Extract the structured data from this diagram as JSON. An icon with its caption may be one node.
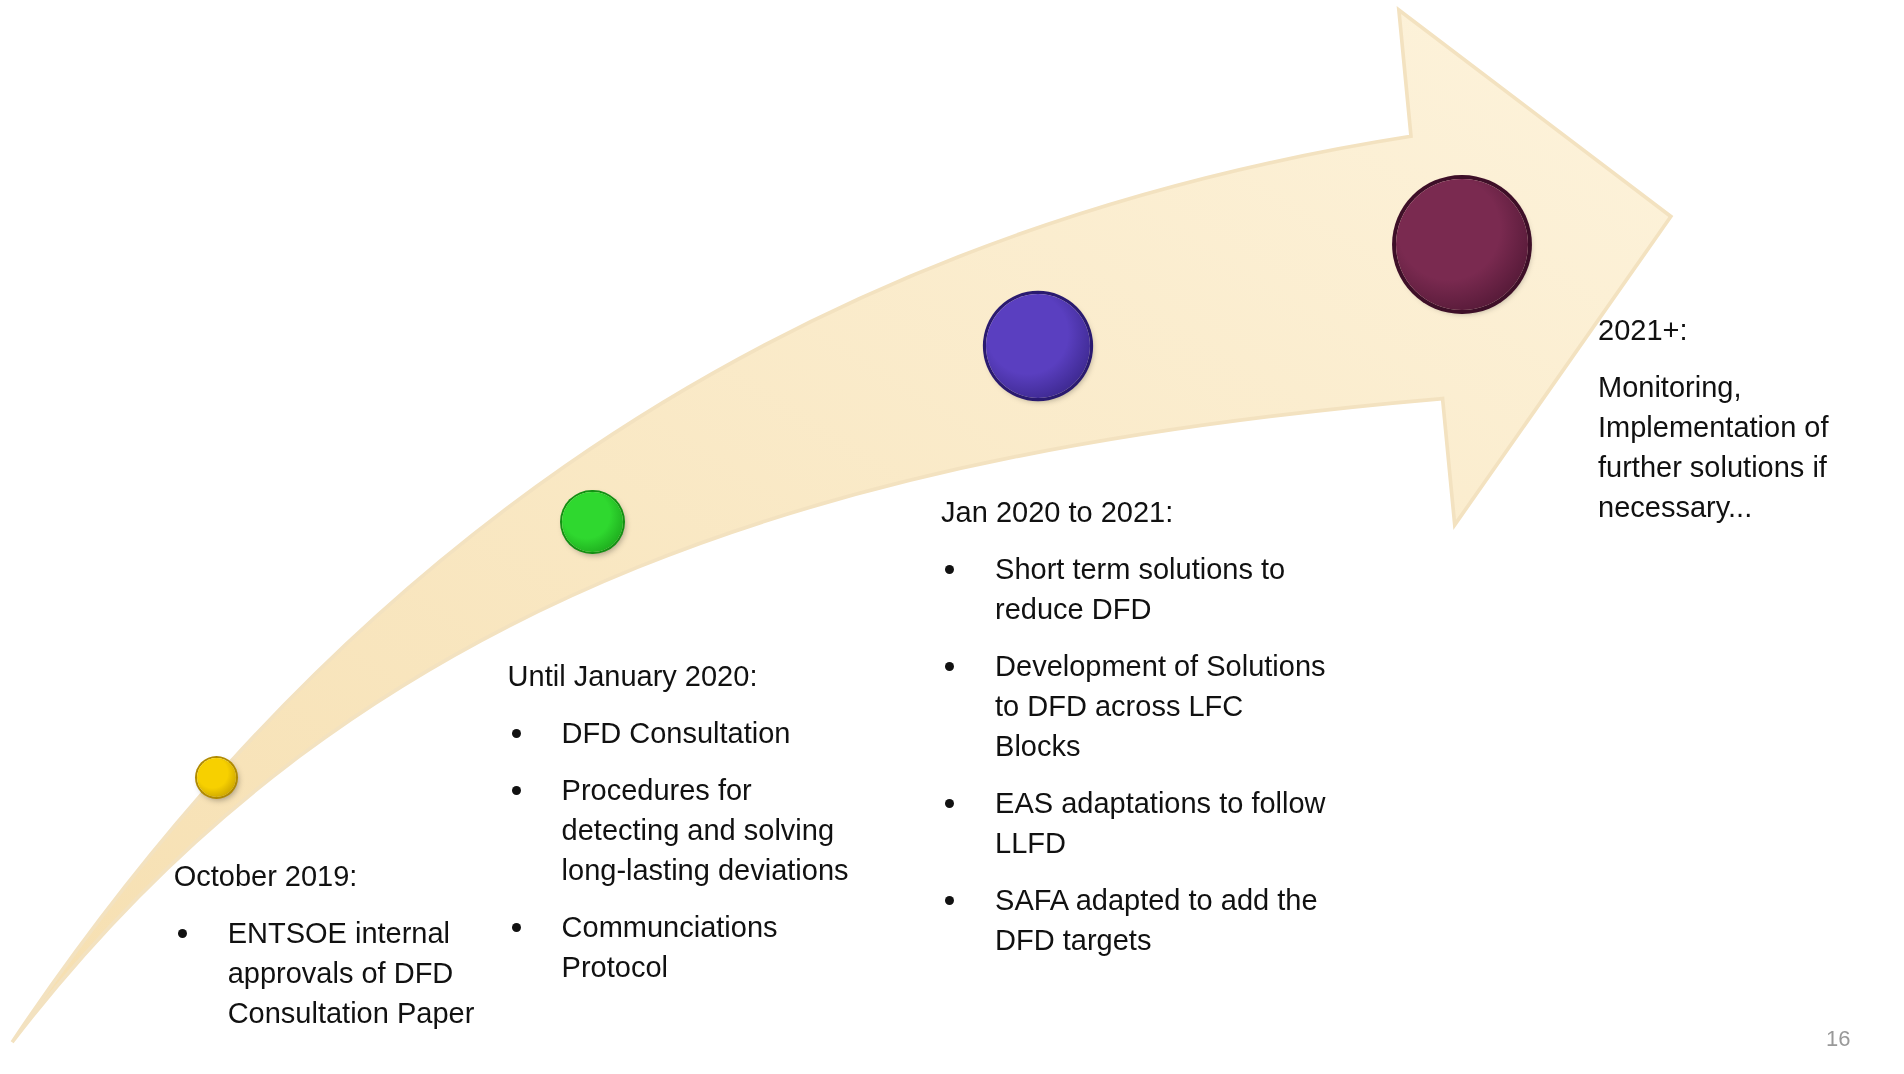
{
  "diagram": {
    "nodes": [
      {
        "text": [],
        "shape": "circle",
        "beside": [
          "October 2019:",
          "ENTSOE internal approvals of DFD Consultation Paper"
        ]
      },
      {
        "text": [],
        "shape": "circle",
        "beside": [
          "Until January 2020:",
          "DFD Consultation",
          "Procedures for detecting and solving long-lasting deviations",
          "Communciations Protocol"
        ]
      },
      {
        "text": [],
        "shape": "circle",
        "beside": [
          "Jan 2020 to 2021:",
          "Short term solutions to reduce DFD",
          "Development of Solutions to DFD across LFC Blocks",
          "EAS adaptations to follow LLFD",
          "SAFA adapted to add the DFD targets"
        ]
      },
      {
        "text": [],
        "shape": "circle",
        "beside": [
          "2021+:",
          "Monitoring, Implementation of further solutions if necessary..."
        ]
      }
    ],
    "labels": [
      "16"
    ]
  }
}
